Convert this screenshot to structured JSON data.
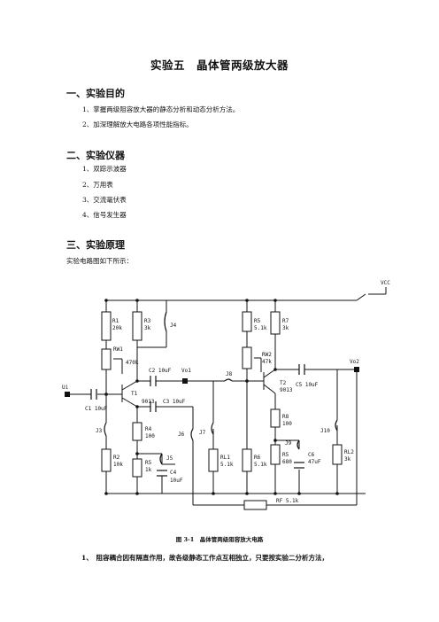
{
  "title": "实验五　晶体管两级放大器",
  "sections": [
    {
      "heading": "一、实验目的",
      "items": [
        "1、掌握两级阻容放大器的静态分析和动态分析方法。",
        "2、加深理解放大电路各项性能指标。"
      ]
    },
    {
      "heading": "二、实验仪器",
      "items": [
        "1、双踪示波器",
        "2、万用表",
        "3、交流毫伏表",
        "4、信号发生器"
      ]
    },
    {
      "heading": "三、实验原理",
      "body": "实验电路图如下所示："
    }
  ],
  "circuit": {
    "labels": {
      "vcc": "VCC",
      "ui": "Ui",
      "vo1": "Vo1",
      "vo2": "Vo2",
      "r1": "R1",
      "r1v": "20k",
      "r3": "R3",
      "r3v": "3k",
      "j4": "J4",
      "rw1": "RW1",
      "rw1v": "470k",
      "c2": "C2 10uF",
      "t1": "T1",
      "t1v": "9013",
      "c3": "C3 10uF",
      "c1": "C1 10uF",
      "j3": "J3",
      "r2": "R2",
      "r2v": "10k",
      "r4": "R4",
      "r4v": "100",
      "j5": "J5",
      "r5a": "R5",
      "r5av": "1k",
      "c4": "C4",
      "c4v": "10uF",
      "j6": "J6",
      "j7": "J7",
      "rl1": "RL1",
      "rl1v": "5.1k",
      "j8": "J8",
      "r6": "R6",
      "r6v": "5.1k",
      "r7": "R7",
      "r7v": "3k",
      "rw2": "RW2",
      "rw2v": "47k",
      "t2": "T2",
      "t2v": "9013",
      "c5": "C5 10uF",
      "r8": "R8",
      "r8v": "100",
      "j9": "J9",
      "r5b": "R5",
      "r5bv": "680",
      "c6": "C6",
      "c6v": "47uF",
      "r6b": "R6",
      "r6bv": "5.1k",
      "j10": "J10",
      "rl2": "RL2",
      "rl2v": "3k",
      "rf": "RF 5.1k"
    }
  },
  "caption": "图 3-1　晶体管两级阻容放大电路",
  "note": "1、　阻容耦合因有隔直作用，故各级静态工作点互相独立，只要按实验二分析方法，"
}
